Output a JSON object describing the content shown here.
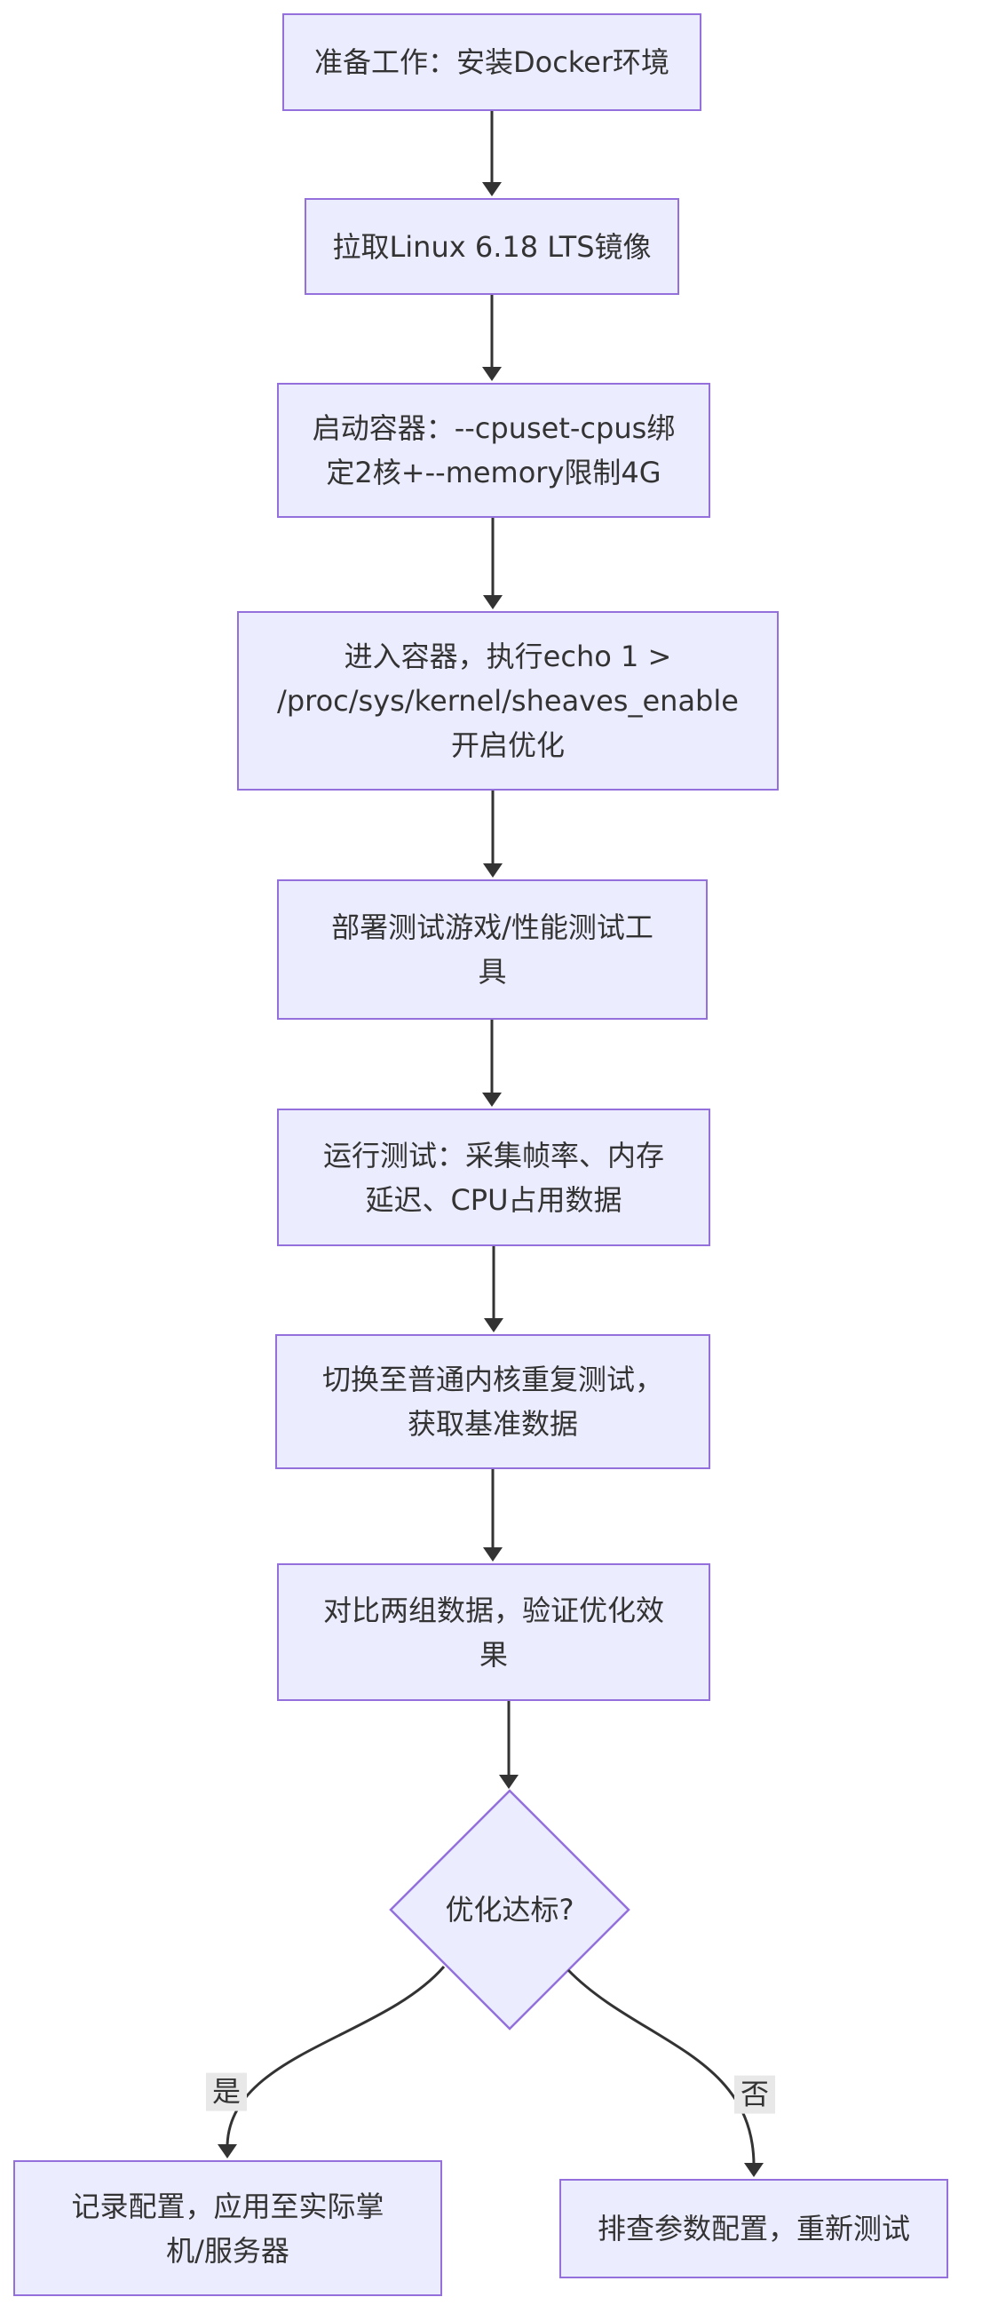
{
  "flowchart": {
    "direction": "top-to-bottom",
    "nodes": [
      {
        "id": "step-1",
        "shape": "rect",
        "label": "准备工作：安装Docker环境"
      },
      {
        "id": "step-2",
        "shape": "rect",
        "label": "拉取Linux 6.18 LTS镜像"
      },
      {
        "id": "step-3",
        "shape": "rect",
        "label": "启动容器：--cpuset-cpus绑\n定2核+--memory限制4G"
      },
      {
        "id": "step-4",
        "shape": "rect",
        "label": "进入容器，执行echo 1 >\n/proc/sys/kernel/sheaves_enable\n开启优化"
      },
      {
        "id": "step-5",
        "shape": "rect",
        "label": "部署测试游戏/性能测试工\n具"
      },
      {
        "id": "step-6",
        "shape": "rect",
        "label": "运行测试：采集帧率、内存\n延迟、CPU占用数据"
      },
      {
        "id": "step-7",
        "shape": "rect",
        "label": "切换至普通内核重复测试，\n获取基准数据"
      },
      {
        "id": "step-8",
        "shape": "rect",
        "label": "对比两组数据，验证优化效\n果"
      },
      {
        "id": "decision",
        "shape": "diamond",
        "label": "优化达标?"
      },
      {
        "id": "yes-result",
        "shape": "rect",
        "label": "记录配置，应用至实际掌\n机/服务器"
      },
      {
        "id": "no-result",
        "shape": "rect",
        "label": "排查参数配置，重新测试"
      }
    ],
    "edges": [
      {
        "from": "step-1",
        "to": "step-2",
        "label": ""
      },
      {
        "from": "step-2",
        "to": "step-3",
        "label": ""
      },
      {
        "from": "step-3",
        "to": "step-4",
        "label": ""
      },
      {
        "from": "step-4",
        "to": "step-5",
        "label": ""
      },
      {
        "from": "step-5",
        "to": "step-6",
        "label": ""
      },
      {
        "from": "step-6",
        "to": "step-7",
        "label": ""
      },
      {
        "from": "step-7",
        "to": "step-8",
        "label": ""
      },
      {
        "from": "step-8",
        "to": "decision",
        "label": ""
      },
      {
        "from": "decision",
        "to": "yes-result",
        "label": "是"
      },
      {
        "from": "decision",
        "to": "no-result",
        "label": "否"
      }
    ],
    "colors": {
      "node_fill": "#ECECFF",
      "node_border": "#9370DB",
      "edge_line": "#333333",
      "text": "#333333",
      "edge_label_bg": "#E8E8E8",
      "background": "#FFFFFF"
    }
  }
}
